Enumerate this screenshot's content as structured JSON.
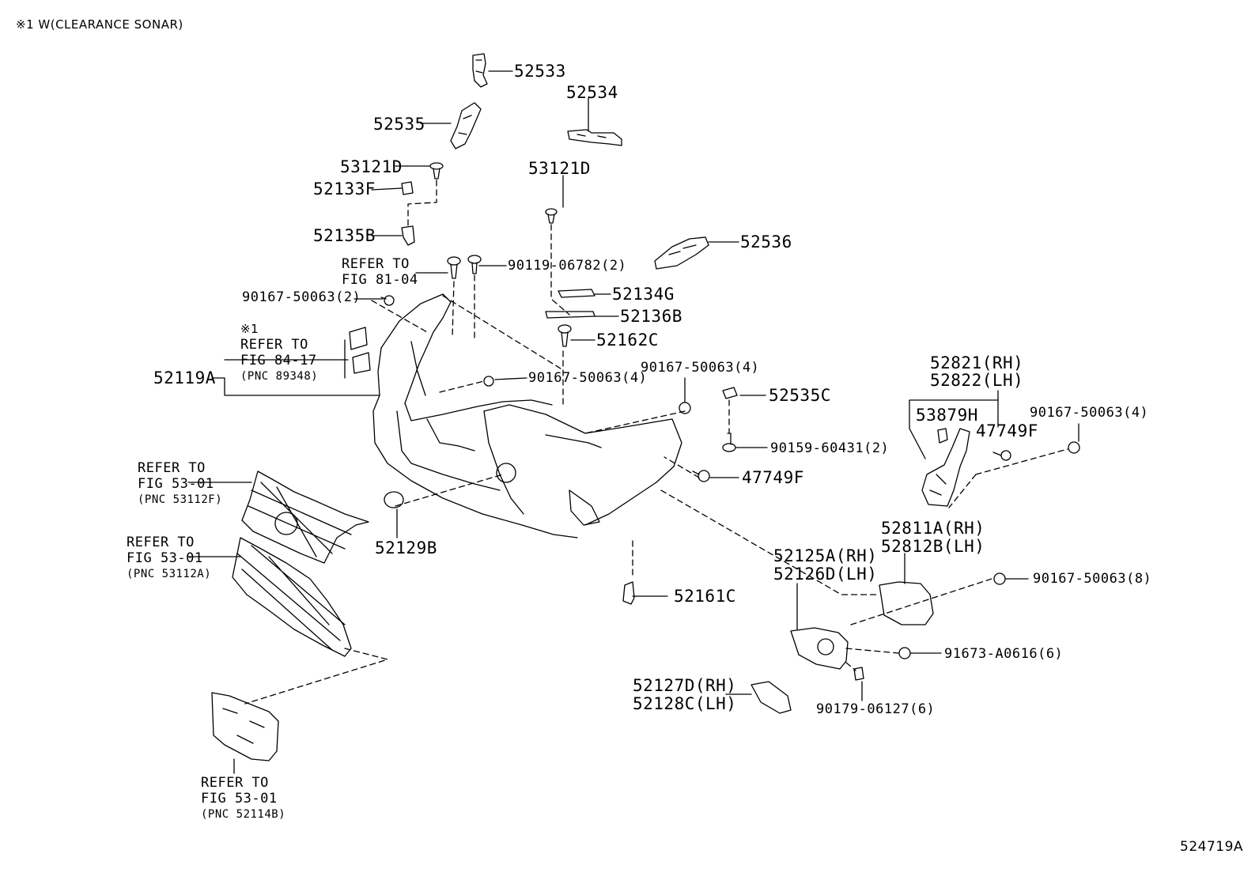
{
  "header_note": "※1 W(CLEARANCE SONAR)",
  "figure_code": "524719A",
  "part_labels": {
    "p52533": "52533",
    "p52534": "52534",
    "p52535": "52535",
    "p53121D_a": "53121D",
    "p52133F": "52133F",
    "p53121D_b": "53121D",
    "p52135B": "52135B",
    "p52536": "52536",
    "p90119": "90119-06782(2)",
    "p90167_a": "90167-50063(2)",
    "p52134G": "52134G",
    "p52136B": "52136B",
    "p52162C": "52162C",
    "p52119A": "52119A",
    "p90167_b": "90167-50063(4)",
    "p90167_c": "90167-50063(4)",
    "p52535C": "52535C",
    "p90159": "90159-60431(2)",
    "p47749F_a": "47749F",
    "p52129B": "52129B",
    "p52821": "52821(RH)",
    "p52822": "52822(LH)",
    "p53879H": "53879H",
    "p47749F_b": "47749F",
    "p90167_d": "90167-50063(4)",
    "p52811A": "52811A(RH)",
    "p52812B": "52812B(LH)",
    "p52125A": "52125A(RH)",
    "p52126D": "52126D(LH)",
    "p90167_e": "90167-50063(8)",
    "p52161C": "52161C",
    "p91673": "91673-A0616(6)",
    "p52127D": "52127D(RH)",
    "p52128C": "52128C(LH)",
    "p90179": "90179-06127(6)"
  },
  "references": {
    "ref_81_04": {
      "line1": "REFER TO",
      "line2": "FIG 81-04"
    },
    "ref_84_17": {
      "mark": "※1",
      "line1": "REFER TO",
      "line2": "FIG 84-17",
      "line3": "(PNC 89348)"
    },
    "ref_53_01_f": {
      "line1": "REFER TO",
      "line2": "FIG 53-01",
      "line3": "(PNC 53112F)"
    },
    "ref_53_01_a": {
      "line1": "REFER TO",
      "line2": "FIG 53-01",
      "line3": "(PNC 53112A)"
    },
    "ref_53_01_b": {
      "line1": "REFER TO",
      "line2": "FIG 53-01",
      "line3": "(PNC 52114B)"
    }
  }
}
